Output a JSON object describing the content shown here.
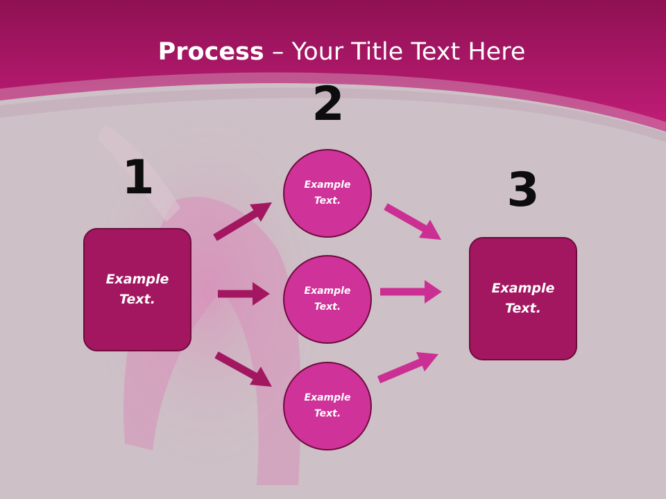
{
  "slide": {
    "title_bold": "Process",
    "title_rest": " – Your Title Text Here"
  },
  "steps": {
    "one": {
      "number": "1",
      "label": "Example Text."
    },
    "two": {
      "number": "2",
      "items": [
        "Example Text.",
        "Example Text.",
        "Example Text."
      ]
    },
    "three": {
      "number": "3",
      "label": "Example Text."
    }
  },
  "colors": {
    "header": "#b8196f",
    "box": "#a31760",
    "circle": "#cf3298",
    "arrow_left": "#a31760",
    "arrow_right": "#cc2f94",
    "background": "#cdc0c6"
  }
}
